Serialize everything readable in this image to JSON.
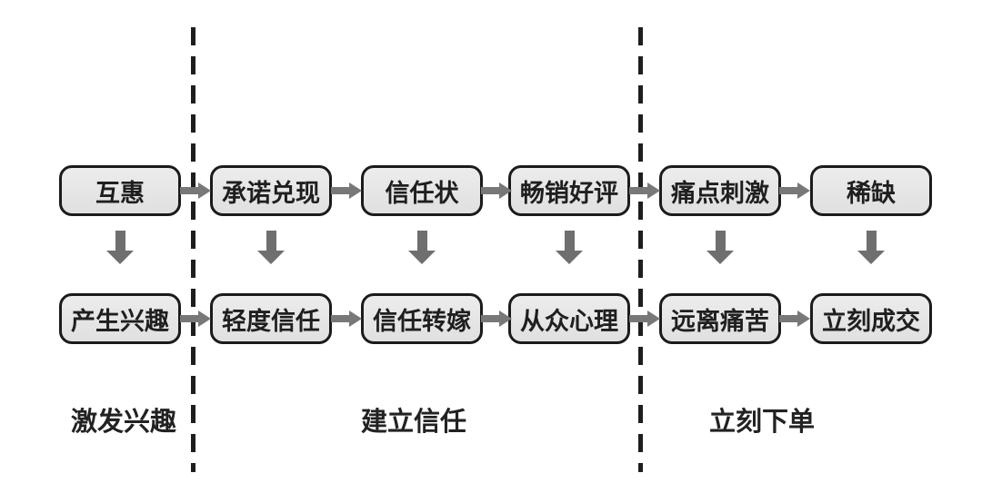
{
  "diagram": {
    "type": "flowchart",
    "top_row": [
      {
        "label": "互惠"
      },
      {
        "label": "承诺兑现"
      },
      {
        "label": "信任状"
      },
      {
        "label": "畅销好评"
      },
      {
        "label": "痛点刺激"
      },
      {
        "label": "稀缺"
      }
    ],
    "bottom_row": [
      {
        "label": "产生兴趣"
      },
      {
        "label": "轻度信任"
      },
      {
        "label": "信任转嫁"
      },
      {
        "label": "从众心理"
      },
      {
        "label": "远离痛苦"
      },
      {
        "label": "立刻成交"
      }
    ],
    "stages": [
      {
        "label": "激发兴趣"
      },
      {
        "label": "建立信任"
      },
      {
        "label": "立刻下单"
      }
    ],
    "icons": {
      "arrow_right": "right-pointing solid arrow",
      "arrow_down": "down-pointing solid arrow"
    },
    "colors": {
      "background": "#ffffff",
      "box_fill": "#e6e6e6",
      "box_border": "#1b1b1b",
      "box_text": "#1f1f1f",
      "arrow": "#787878",
      "divider": "#1e1e1e",
      "stage_text": "#222222"
    }
  }
}
